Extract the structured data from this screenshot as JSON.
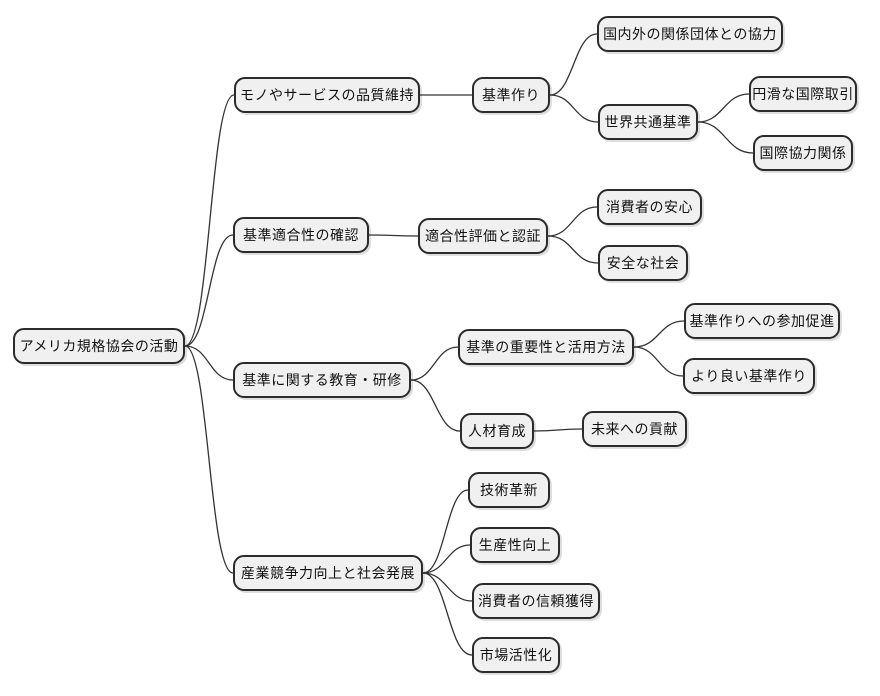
{
  "diagram": {
    "type": "mindmap",
    "background_color": "#ffffff",
    "node_fill_color": "#f0f0f0",
    "node_border_color": "#2b2b2b",
    "connector_color": "#333333",
    "root": {
      "label": "アメリカ規格協会の活動"
    },
    "branches": [
      {
        "label": "モノやサービスの品質維持",
        "children": [
          {
            "label": "基準作り",
            "children": [
              {
                "label": "国内外の関係団体との協力"
              },
              {
                "label": "世界共通基準",
                "children": [
                  {
                    "label": "円滑な国際取引"
                  },
                  {
                    "label": "国際協力関係"
                  }
                ]
              }
            ]
          }
        ]
      },
      {
        "label": "基準適合性の確認",
        "children": [
          {
            "label": "適合性評価と認証",
            "children": [
              {
                "label": "消費者の安心"
              },
              {
                "label": "安全な社会"
              }
            ]
          }
        ]
      },
      {
        "label": "基準に関する教育・研修",
        "children": [
          {
            "label": "基準の重要性と活用方法",
            "children": [
              {
                "label": "基準作りへの参加促進"
              },
              {
                "label": "より良い基準作り"
              }
            ]
          },
          {
            "label": "人材育成",
            "children": [
              {
                "label": "未来への貢献"
              }
            ]
          }
        ]
      },
      {
        "label": "産業競争力向上と社会発展",
        "children": [
          {
            "label": "技術革新"
          },
          {
            "label": "生産性向上"
          },
          {
            "label": "消費者の信頼獲得"
          },
          {
            "label": "市場活性化"
          }
        ]
      }
    ]
  }
}
